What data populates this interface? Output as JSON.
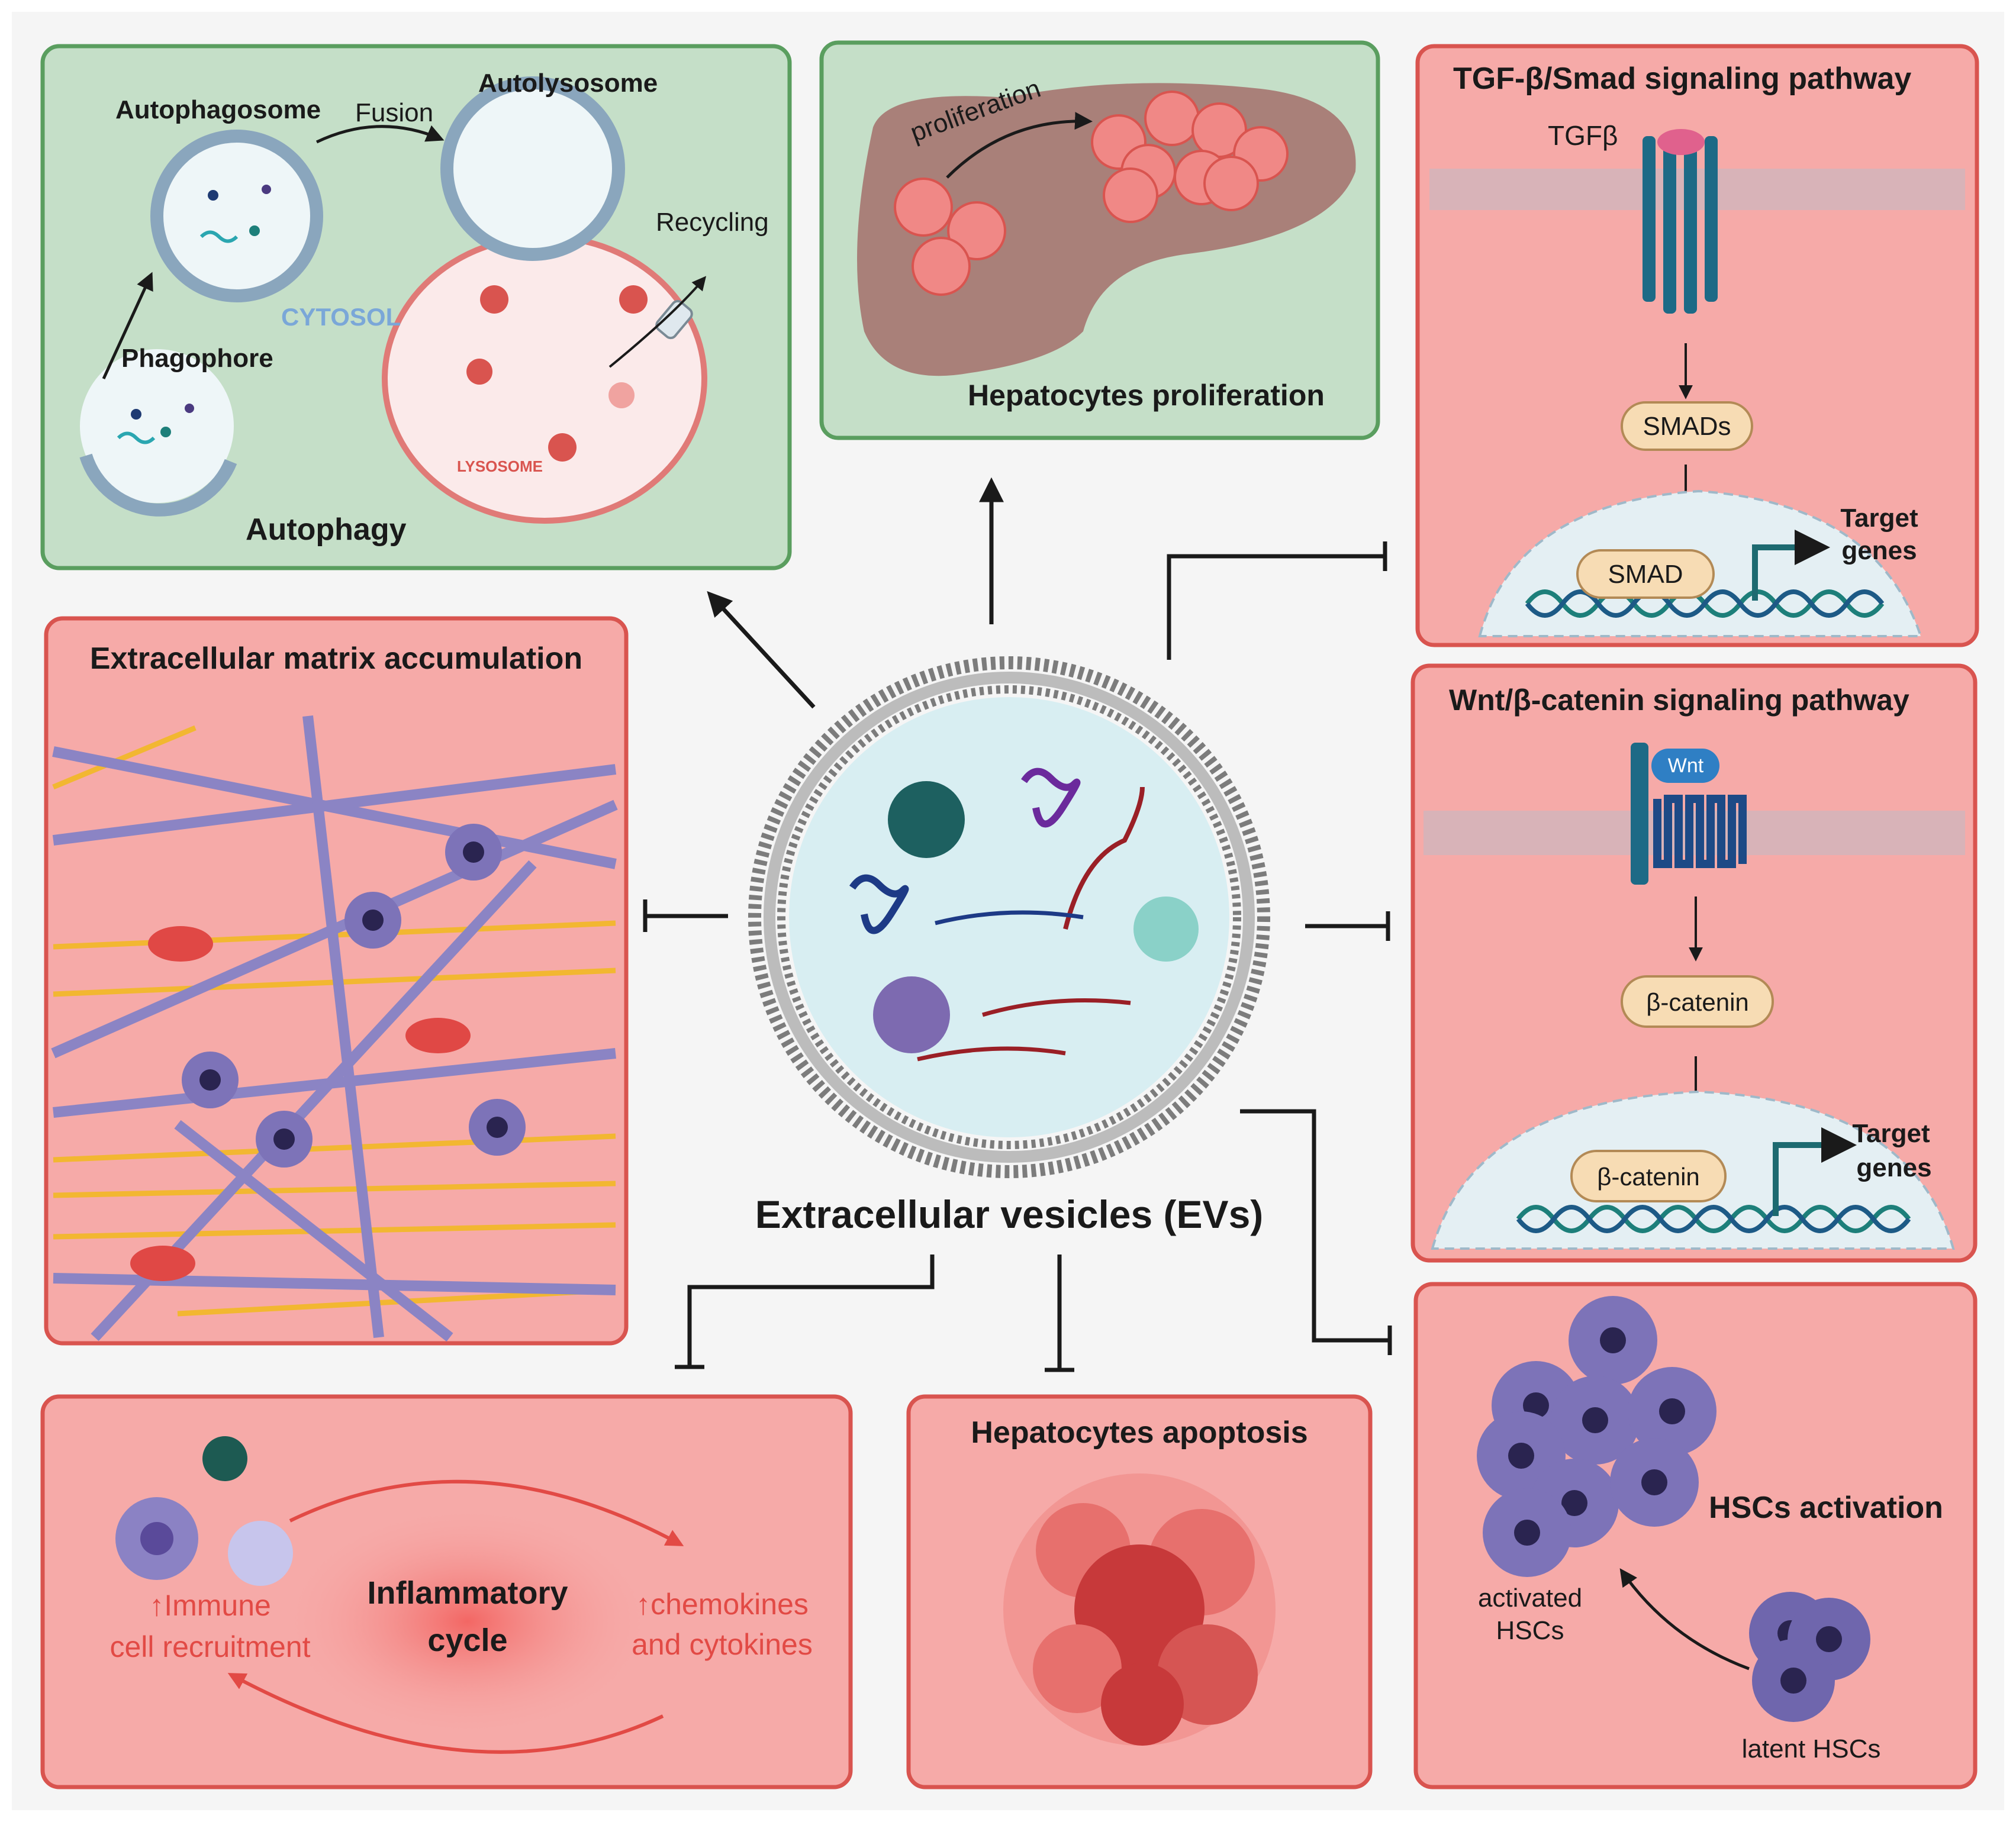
{
  "center": {
    "title": "Extracellular vesicles (EVs)"
  },
  "autophagy": {
    "title": "Autophagy",
    "autophagosome": "Autophagosome",
    "fusion": "Fusion",
    "autolysosome": "Autolysosome",
    "recycling": "Recycling",
    "cytosol": "CYTOSOL",
    "phagophore": "Phagophore",
    "lysosome": "LYSOSOME"
  },
  "hepatocyte_proliferation": {
    "title": "Hepatocytes proliferation",
    "arrow_label": "proliferation"
  },
  "tgf": {
    "title": "TGF-β/Smad signaling pathway",
    "ligand": "TGFβ",
    "smads": "SMADs",
    "smad": "SMAD",
    "target_line1": "Target",
    "target_line2": "genes"
  },
  "wnt": {
    "title": "Wnt/β-catenin signaling pathway",
    "ligand": "Wnt",
    "catenin_cyto": "β-catenin",
    "catenin_nuc": "β-catenin",
    "target_line1": "Target",
    "target_line2": "genes"
  },
  "ecm": {
    "title": "Extracellular matrix accumulation"
  },
  "inflammation": {
    "immune_line1": "↑Immune",
    "immune_line2": "cell recruitment",
    "cycle_line1": "Inflammatory",
    "cycle_line2": "cycle",
    "chemo_line1": "↑chemokines",
    "chemo_line2": "and cytokines"
  },
  "apoptosis": {
    "title": "Hepatocytes apoptosis"
  },
  "hsc": {
    "title": "HSCs activation",
    "activated_line1": "activated",
    "activated_line2": "HSCs",
    "latent": "latent HSCs"
  },
  "colors": {
    "green_panel": "#c5dfc8",
    "green_border": "#5a9e5f",
    "red_panel": "#f6aaa8",
    "red_border": "#d9544f",
    "vesicle_fill": "#d8eef2",
    "smad_fill": "#f7dcb4",
    "hsc_purple": "#7d73b8"
  }
}
